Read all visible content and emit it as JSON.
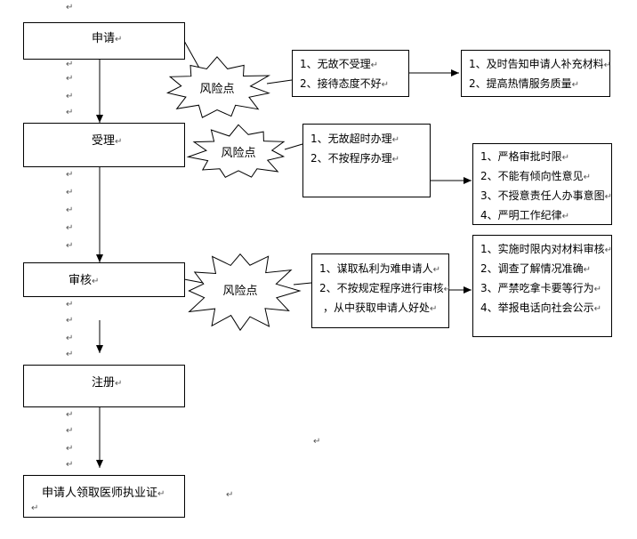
{
  "return_mark": "↵",
  "steps": {
    "apply": "申请",
    "accept": "受理",
    "review": "审核",
    "register": "注册",
    "receive": "申请人领取医师执业证"
  },
  "risk_label": "风险点",
  "risks": {
    "apply": [
      "1、无故不受理",
      "2、接待态度不好"
    ],
    "accept": [
      "1、无故超时办理",
      "2、不按程序办理"
    ],
    "review": [
      "1、谋取私利为难申请人",
      "2、不按规定程序进行审核",
      "，从中获取申请人好处"
    ]
  },
  "measures": {
    "apply": [
      "1、及时告知申请人补充材料",
      "2、提高热情服务质量"
    ],
    "accept": [
      "1、严格审批时限",
      "2、不能有倾向性意见",
      "3、不授意责任人办事意图",
      "4、严明工作纪律"
    ],
    "review": [
      "1、实施时限内对材料审核",
      "2、调查了解情况准确",
      "3、严禁吃拿卡要等行为",
      "4、举报电话向社会公示"
    ]
  }
}
